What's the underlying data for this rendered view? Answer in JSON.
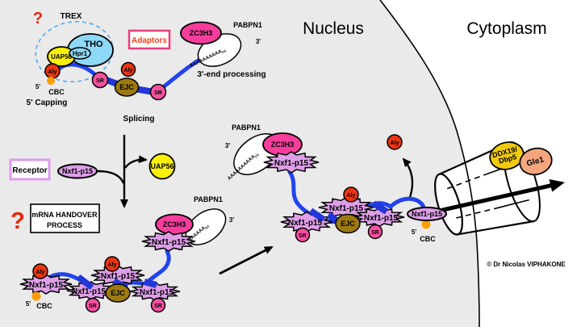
{
  "regions": {
    "nucleus": "Nucleus",
    "cytoplasm": "Cytoplasm"
  },
  "molecules": {
    "tho": "THO",
    "hpr1": "Hpr1",
    "uap56": "UAP56",
    "aly": "Aly",
    "sr": "SR",
    "ejc": "EJC",
    "zc3h3": "ZC3H3",
    "pabpn1": "PABPN1",
    "nxf1_p15": "Nxf1-p15",
    "ddx19_line1": "DDX19/",
    "ddx19_line2": "Dbp5",
    "gle1": "Gle1",
    "cbc": "CBC",
    "poly_a": "AAAAAAAAAA",
    "poly_a_sub": "(n)"
  },
  "labels": {
    "trex": "TREX",
    "adaptors": "Adaptors",
    "receptor": "Receptor",
    "splicing": "Splicing",
    "five_capping": "5' Capping",
    "three_end_processing": "3'-end processing",
    "handover_line1": "mRNA HANDOVER",
    "handover_line2": "PROCESS",
    "five_prime": "5'",
    "three_prime": "3'",
    "question_mark": "?",
    "copyright": "© Dr Nicolas VIPHAKONE"
  },
  "colors": {
    "mrna_blue": "#2244EE",
    "mrna_wedge_blue": "#2337D8",
    "aly_red": "#EB3512",
    "sr_pink": "#F750A0",
    "zc3h3_pink": "#F73E9C",
    "ejc_brown": "#9C7A10",
    "uap56_yellow": "#FBF00A",
    "tho_blue": "#8ED8F8",
    "nxf1_violet": "#DE9FE8",
    "ddx19_gold": "#F2CB0F",
    "gle1_salmon": "#F5A67E",
    "cap_orange": "#FF9E00",
    "nucleus_gray": "#EAEAEA",
    "adaptors_border": "#EA3D7C",
    "adaptors_text": "#F03E16",
    "receptor_border": "#DE9BEC",
    "trex_dash_blue": "#4FA8F8",
    "question_red": "#E8250C"
  }
}
